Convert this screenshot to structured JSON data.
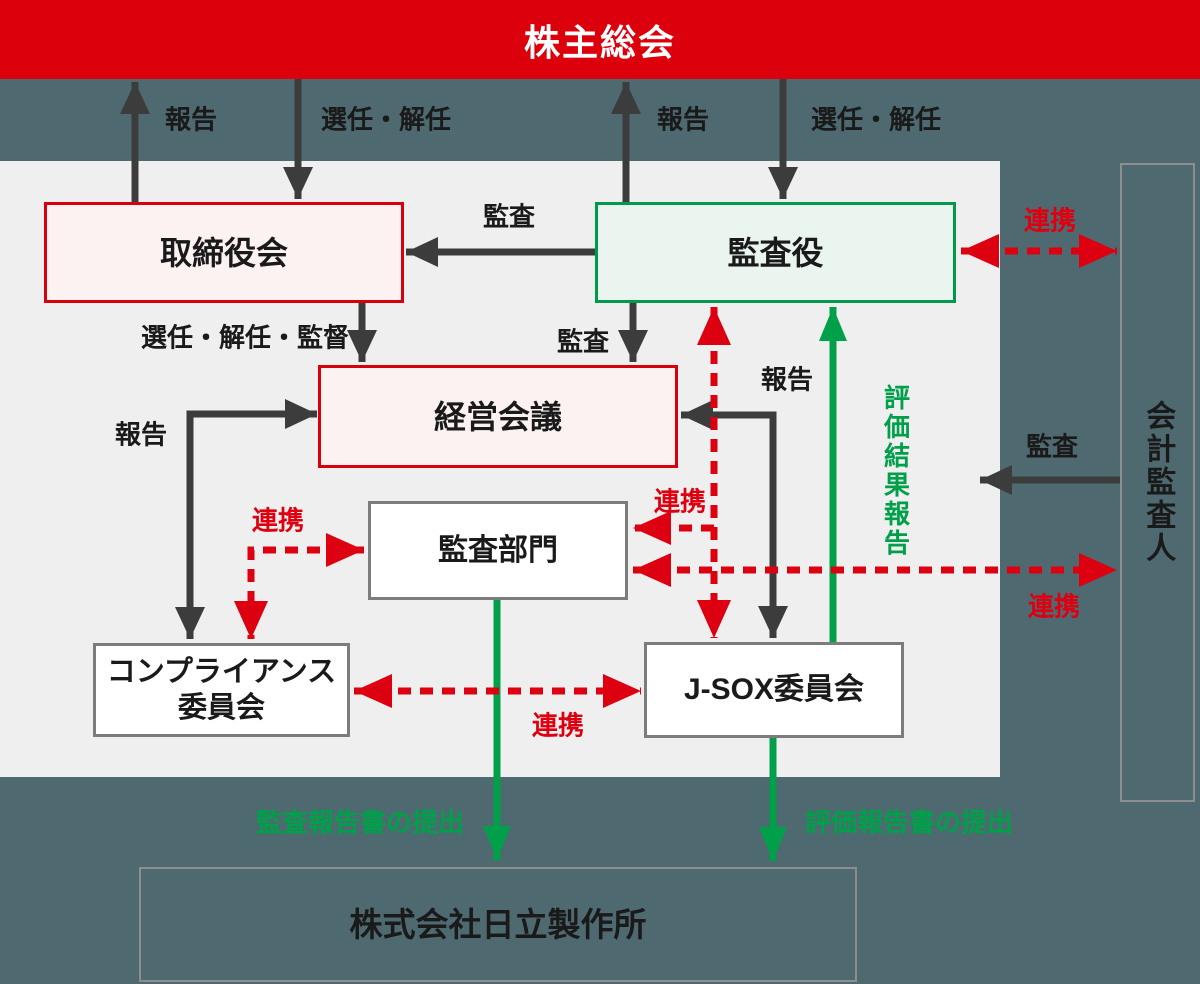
{
  "colors": {
    "brand_red": "#dc000c",
    "box_red": "#d8000c",
    "arrow_red": "#dd0011",
    "green": "#00a04b",
    "green_border": "#009a4c",
    "green_fill": "#e9f5ee",
    "pink_fill": "#fdf2f2",
    "gray_border": "#7c7c7c",
    "outer_border": "#8e8e8e",
    "slate_bg": "#4e6a70",
    "panel_bg": "#efefef",
    "arrow_dark": "#3c3c3c",
    "text_dark": "#1a1a1a"
  },
  "nodes": {
    "shareholders": "株主総会",
    "board": "取締役会",
    "audit_board": "監査役",
    "management_council": "経営会議",
    "audit_dept": "監査部門",
    "compliance_line1": "コンプライアンス",
    "compliance_line2": "委員会",
    "jsox": "J-SOX委員会",
    "accounting_auditor": "会計監査人",
    "company": "株式会社日立製作所"
  },
  "edge_labels": {
    "report": "報告",
    "appoint_dismiss": "選任・解任",
    "appoint_dismiss_supervise": "選任・解任・監督",
    "audit": "監査",
    "cooperation": "連携",
    "evaluation_result_report": "評価結果報告",
    "audit_report_submission": "監査報告書の提出",
    "evaluation_report_submission": "評価報告書の提出"
  }
}
